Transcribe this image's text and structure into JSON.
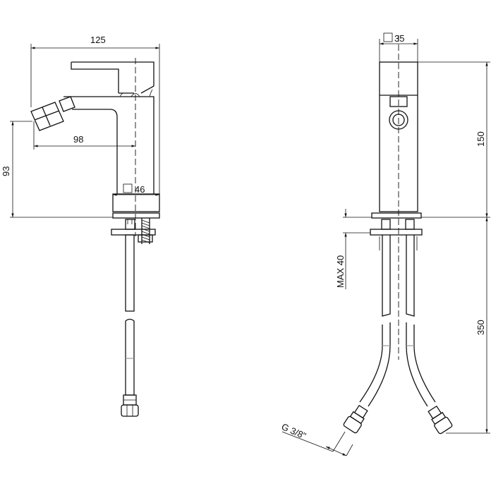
{
  "dimensions": {
    "overall_length": "125",
    "spout_reach": "98",
    "spout_height": "93",
    "base_square_left": "46",
    "base_square_right": "35",
    "body_height": "150",
    "max_counter_thickness": "MAX 40",
    "hose_length": "350",
    "connection_thread": "G 3/8\""
  }
}
